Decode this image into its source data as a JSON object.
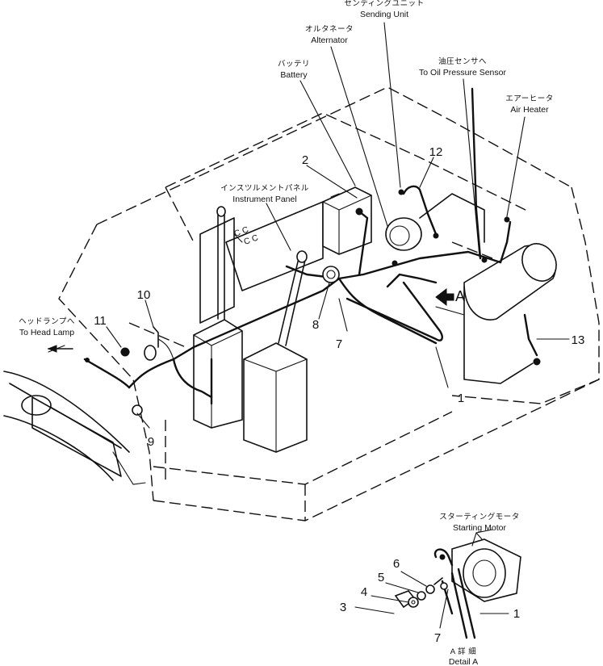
{
  "callouts": {
    "sending_unit": {
      "jp": "センディングユニット",
      "en": "Sending Unit"
    },
    "alternator": {
      "jp": "オルタネータ",
      "en": "Alternator"
    },
    "battery": {
      "jp": "バッテリ",
      "en": "Battery"
    },
    "oil_pressure": {
      "jp": "油圧センサへ",
      "en": "To Oil Pressure Sensor"
    },
    "air_heater": {
      "jp": "エアーヒータ",
      "en": "Air Heater"
    },
    "instrument_panel": {
      "jp": "インスツルメントパネル",
      "en": "Instrument Panel"
    },
    "head_lamp": {
      "jp": "ヘッドランプへ",
      "en": "To Head Lamp"
    },
    "starting_motor": {
      "jp": "スターティングモータ",
      "en": "Starting Motor"
    },
    "detail": {
      "jp": "A 詳 細",
      "en": "Detail A"
    },
    "view_a": "A"
  },
  "part_numbers": {
    "p1": "1",
    "p1b": "1",
    "p2": "2",
    "p3": "3",
    "p4": "4",
    "p5": "5",
    "p6": "6",
    "p7": "7",
    "p7b": "7",
    "p8": "8",
    "p9": "9",
    "p10": "10",
    "p11": "11",
    "p12": "12",
    "p13": "13"
  }
}
